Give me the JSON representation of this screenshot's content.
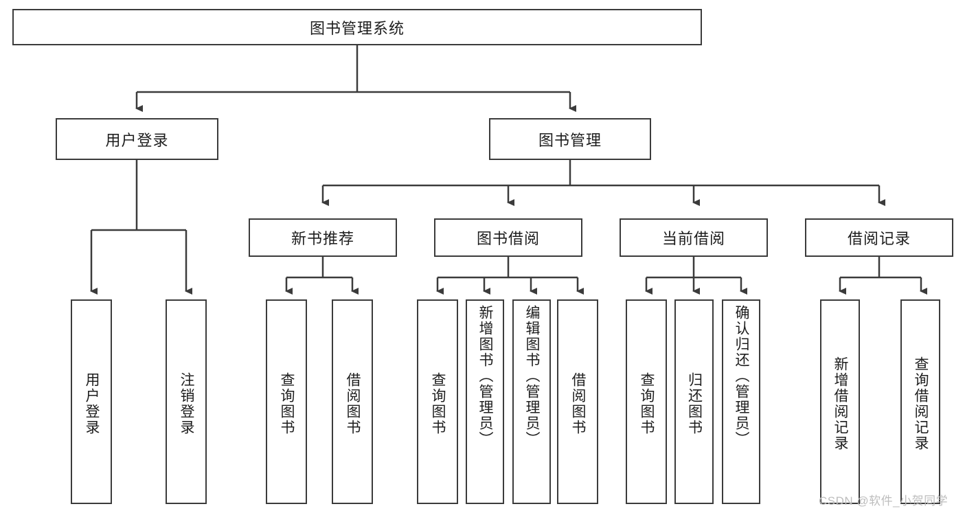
{
  "diagram": {
    "title_node": {
      "label": "图书管理系统"
    },
    "level1": [
      {
        "label": "用户登录"
      },
      {
        "label": "图书管理"
      }
    ],
    "level2": [
      {
        "label": "新书推荐"
      },
      {
        "label": "图书借阅"
      },
      {
        "label": "当前借阅"
      },
      {
        "label": "借阅记录"
      }
    ],
    "leaves": {
      "user_login": [
        {
          "label": "用户登录"
        },
        {
          "label": "注销登录"
        }
      ],
      "new_book_recommend": [
        {
          "label": "查询图书"
        },
        {
          "label": "借阅图书"
        }
      ],
      "book_borrow": [
        {
          "label": "查询图书"
        },
        {
          "label": "新增图书（管理员）"
        },
        {
          "label": "编辑图书（管理员）"
        },
        {
          "label": "借阅图书"
        }
      ],
      "current_borrow": [
        {
          "label": "查询图书"
        },
        {
          "label": "归还图书"
        },
        {
          "label": "确认归还（管理员）"
        }
      ],
      "borrow_record": [
        {
          "label": "新增借阅记录"
        },
        {
          "label": "查询借阅记录"
        }
      ]
    }
  },
  "watermark": {
    "text": "CSDN @软件_小贺同学"
  },
  "colors": {
    "stroke": "#3b3b3b",
    "background": "#ffffff",
    "text": "#1d1d1d",
    "watermark": "#bdbdbd"
  }
}
